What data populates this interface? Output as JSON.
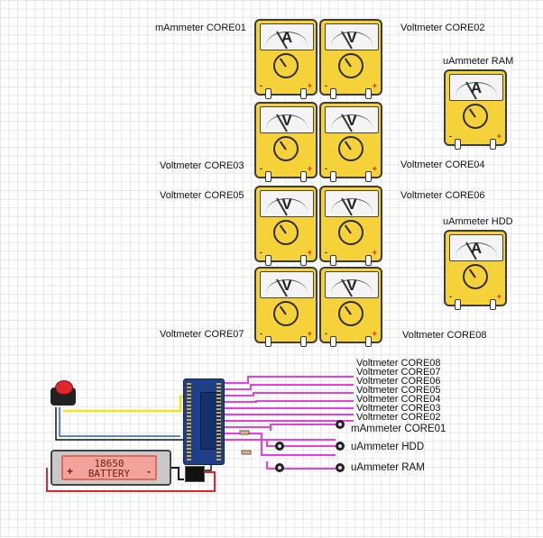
{
  "labels": {
    "mAmmeter_core01": "mAmmeter CORE01",
    "voltmeter_core02": "Voltmeter CORE02",
    "uAmmeter_ram": "uAmmeter RAM",
    "voltmeter_core03": "Voltmeter CORE03",
    "voltmeter_core04": "Voltmeter CORE04",
    "voltmeter_core05": "Voltmeter CORE05",
    "voltmeter_core06": "Voltmeter CORE06",
    "uAmmeter_hdd": "uAmmeter HDD",
    "voltmeter_core07": "Voltmeter CORE07",
    "voltmeter_core08": "Voltmeter CORE08"
  },
  "meter_symbols": {
    "ammeter": "A",
    "voltmeter": "V",
    "neg": "-",
    "pos": "+"
  },
  "signal_lines": [
    "Voltmeter CORE08",
    "Voltmeter CORE07",
    "Voltmeter CORE06",
    "Voltmeter CORE05",
    "Voltmeter CORE04",
    "Voltmeter CORE03",
    "Voltmeter CORE02"
  ],
  "outputs": {
    "core01": "mAmmeter CORE01",
    "hdd": "uAmmeter HDD",
    "ram": "uAmmeter RAM"
  },
  "battery": {
    "line1": "18650",
    "line2": "BATTERY",
    "plus": "+",
    "minus": "-"
  },
  "wire_colors": {
    "signal": "#e83ee0",
    "yellow": "#f2e51a",
    "black": "#111111",
    "red": "#e0262d",
    "blue": "#2a5cd6"
  }
}
